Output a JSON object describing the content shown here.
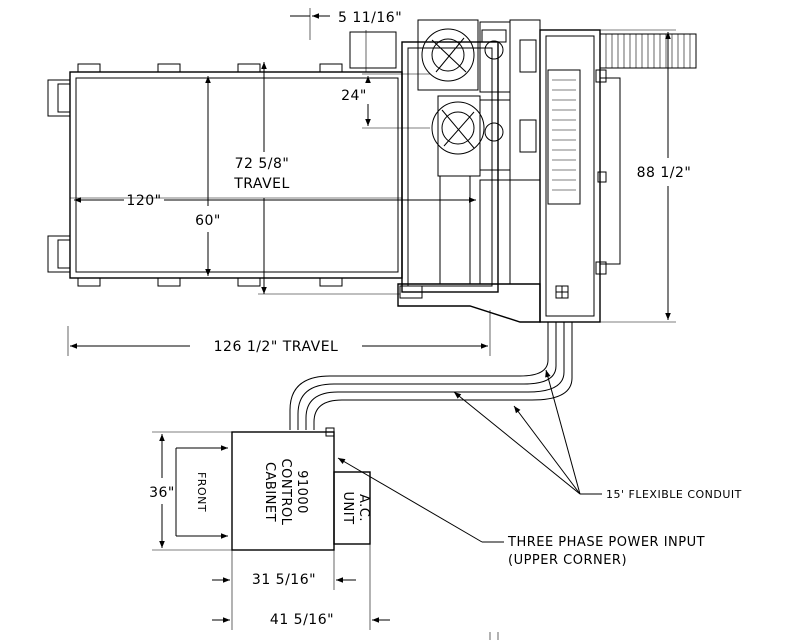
{
  "dimensions": {
    "offset": "5 11/16\"",
    "spacing": "24\"",
    "travel_y_value": "72 5/8\"",
    "travel_y_word": "TRAVEL",
    "table_length": "120\"",
    "table_width": "60\"",
    "overall_depth": "88 1/2\"",
    "travel_x": "126 1/2\" TRAVEL",
    "cabinet_depth": "36\"",
    "cabinet_width": "31 5/16\"",
    "overall_cabinet_width": "41 5/16\""
  },
  "labels": {
    "front": "FRONT",
    "cabinet_line1": "91000",
    "cabinet_line2": "CONTROL",
    "cabinet_line3": "CABINET",
    "ac_line1": "A.C.",
    "ac_line2": "UNIT",
    "conduit": "15' FLEXIBLE CONDUIT",
    "power_line1": "THREE PHASE POWER INPUT",
    "power_line2": "(UPPER CORNER)"
  }
}
